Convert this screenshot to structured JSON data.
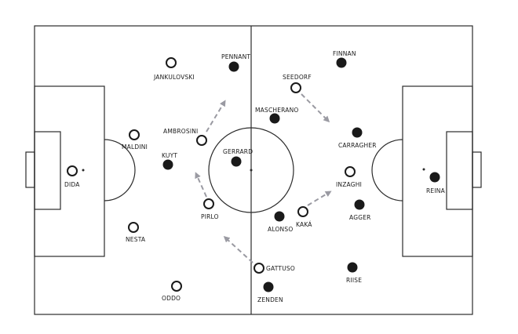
{
  "colors": {
    "open_team": "#ffffff",
    "solid_team": "#1a1a1a",
    "lines": "#2b2b2b",
    "movement_arrows": "#9a9aa2"
  },
  "teams": {
    "open": {
      "marker": "open circle",
      "players": [
        "DIDA",
        "MALDINI",
        "NESTA",
        "ODDO",
        "JANKULOVSKI",
        "AMBROSINI",
        "PIRLO",
        "GATTUSO",
        "SEEDORF",
        "KAKÁ",
        "INZAGHI"
      ]
    },
    "solid": {
      "marker": "filled circle",
      "players": [
        "REINA",
        "CARRAGHER",
        "AGGER",
        "FINNAN",
        "RIISE",
        "MASCHERANO",
        "ALONSO",
        "GERRARD",
        "PENNANT",
        "KUYT",
        "ZENDEN"
      ]
    }
  },
  "players": [
    {
      "name": "DIDA"
    },
    {
      "name": "MALDINI"
    },
    {
      "name": "NESTA"
    },
    {
      "name": "ODDO"
    },
    {
      "name": "JANKULOVSKI"
    },
    {
      "name": "AMBROSINI"
    },
    {
      "name": "PIRLO"
    },
    {
      "name": "GATTUSO"
    },
    {
      "name": "SEEDORF"
    },
    {
      "name": "KAKÁ"
    },
    {
      "name": "INZAGHI"
    },
    {
      "name": "REINA"
    },
    {
      "name": "CARRAGHER"
    },
    {
      "name": "AGGER"
    },
    {
      "name": "FINNAN"
    },
    {
      "name": "RIISE"
    },
    {
      "name": "MASCHERANO"
    },
    {
      "name": "ALONSO"
    },
    {
      "name": "GERRARD"
    },
    {
      "name": "PENNANT"
    },
    {
      "name": "KUYT"
    },
    {
      "name": "ZENDEN"
    }
  ],
  "movement_arrows": [
    {
      "player": "AMBROSINI",
      "style": "dashed"
    },
    {
      "player": "PIRLO",
      "style": "dashed"
    },
    {
      "player": "GATTUSO",
      "style": "dashed"
    },
    {
      "player": "SEEDORF",
      "style": "dashed"
    },
    {
      "player": "KAKÁ",
      "style": "dashed"
    }
  ]
}
